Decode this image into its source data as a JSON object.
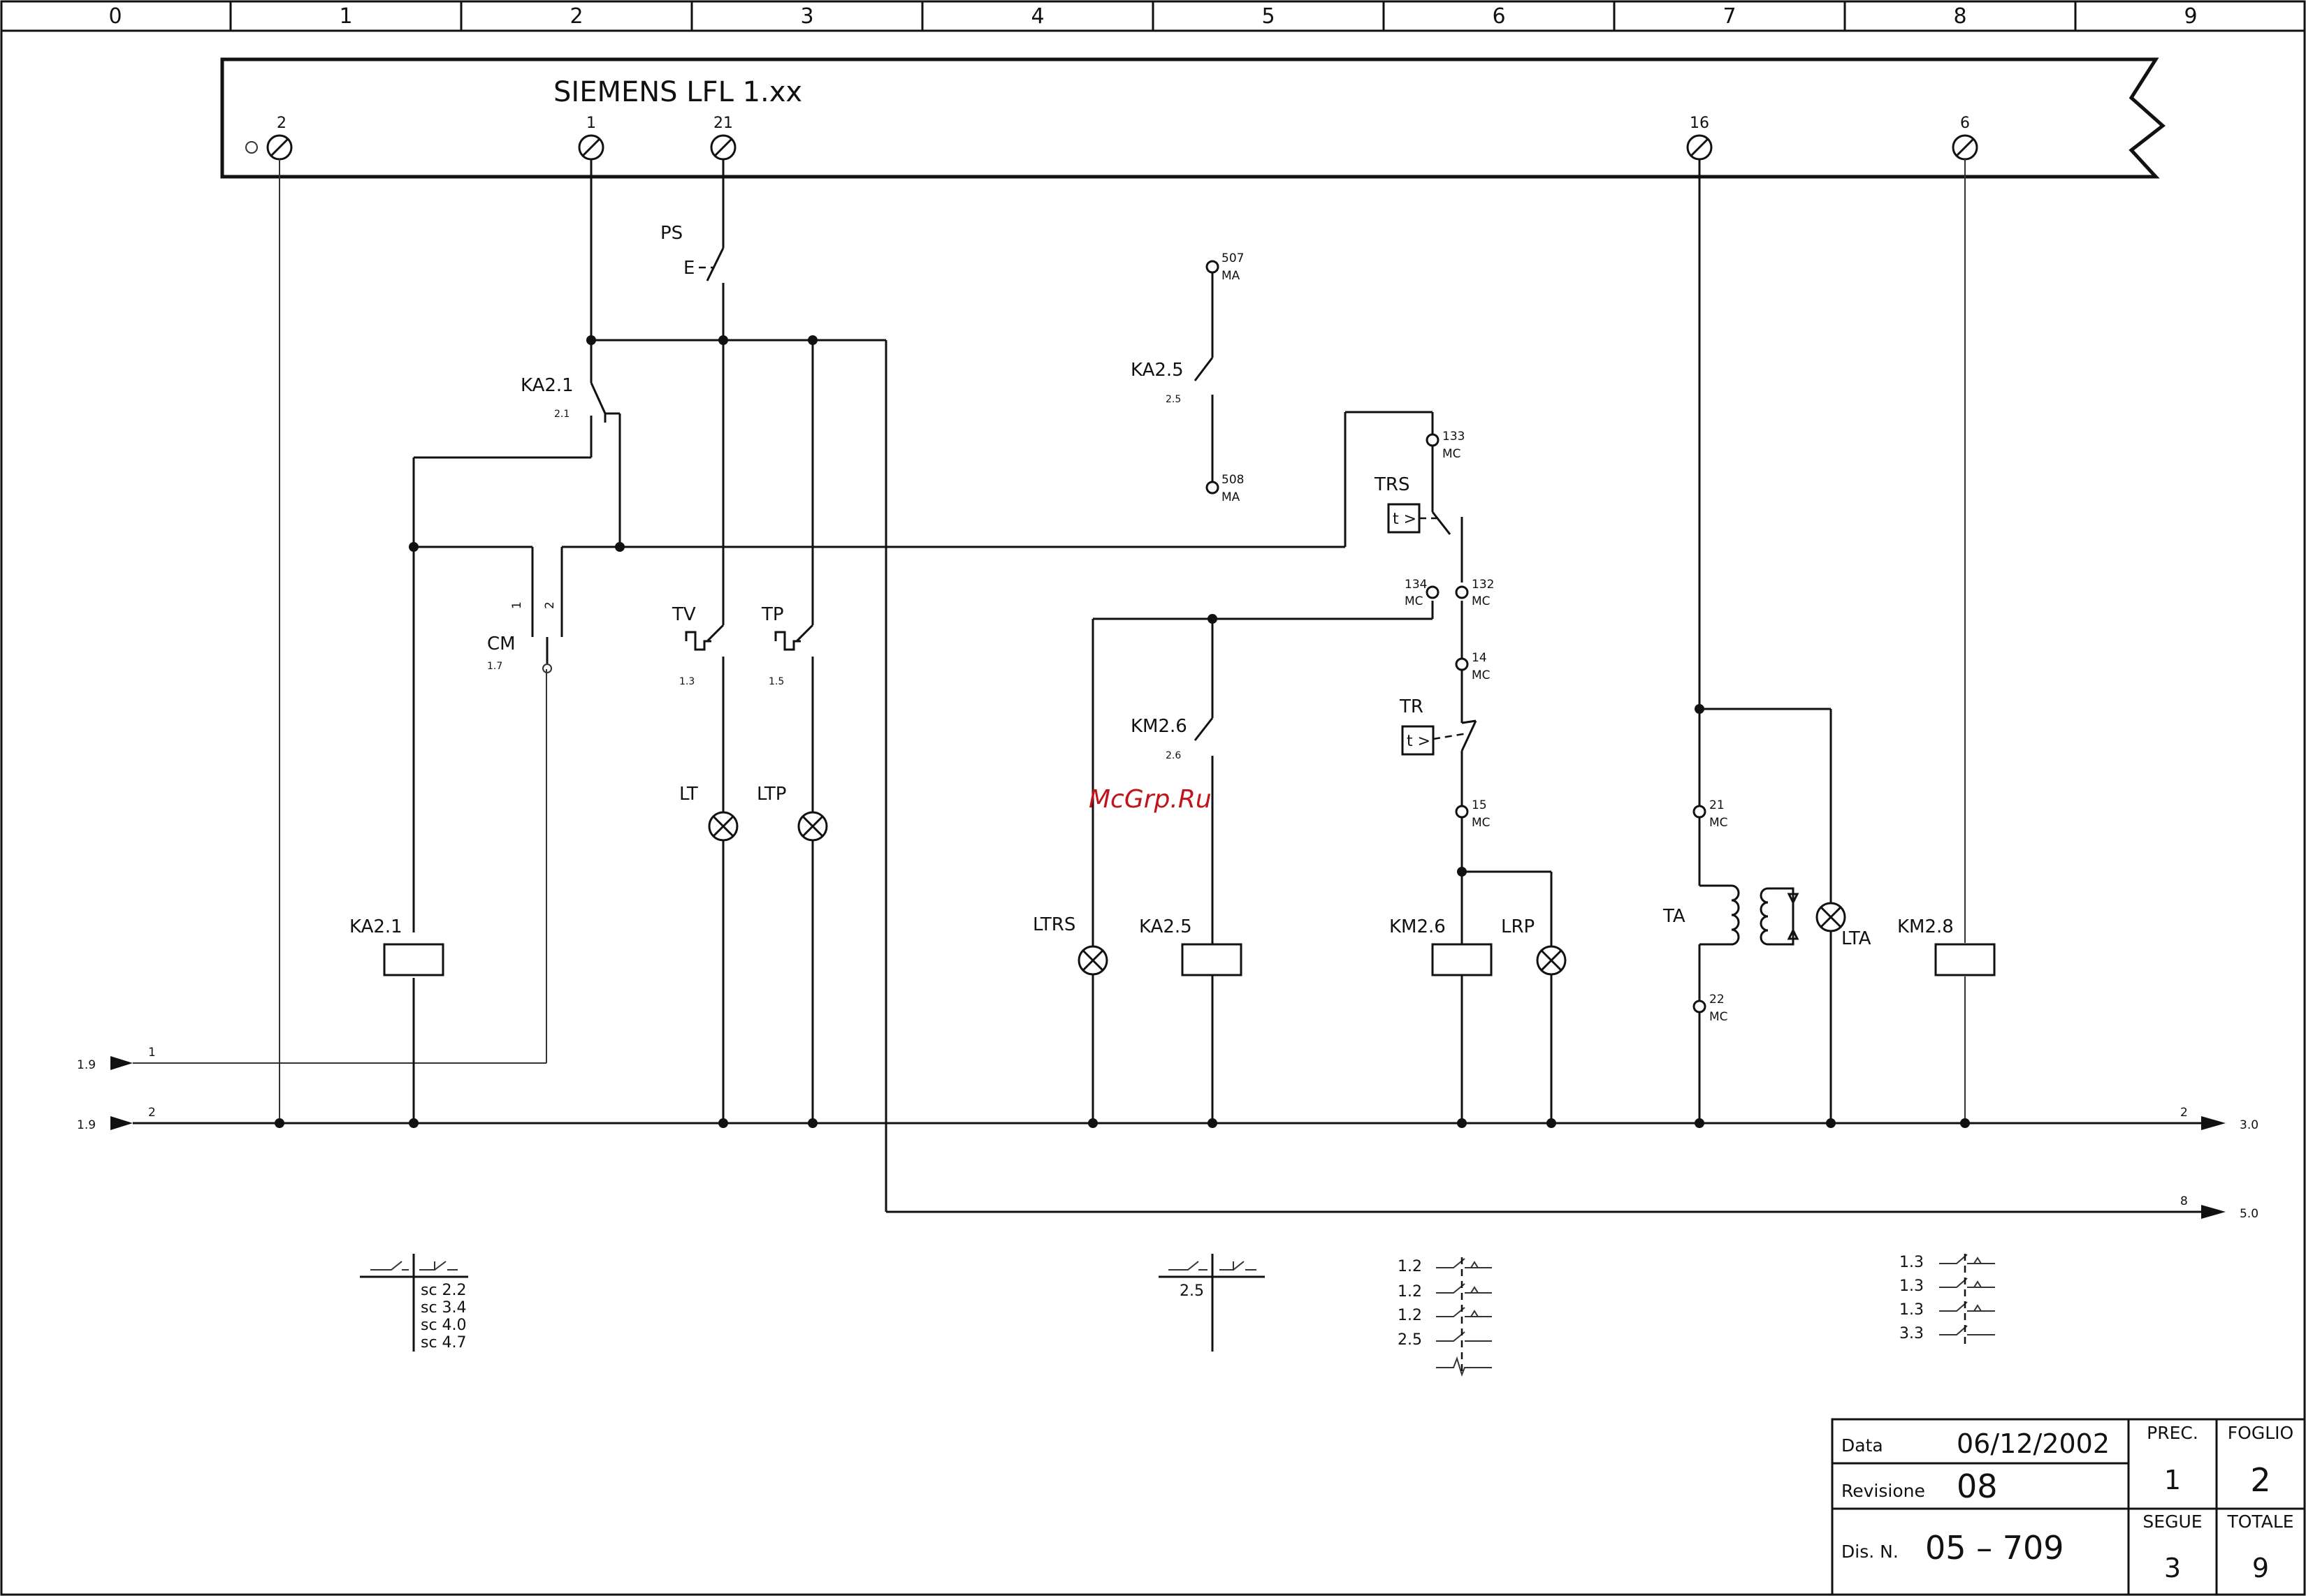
{
  "grid": {
    "columns": [
      "0",
      "1",
      "2",
      "3",
      "4",
      "5",
      "6",
      "7",
      "8",
      "9"
    ]
  },
  "controller": {
    "name": "SIEMENS LFL 1.xx",
    "terminals": [
      "2",
      "1",
      "21",
      "16",
      "6"
    ]
  },
  "components": {
    "ps": {
      "label": "PS",
      "mark": "E"
    },
    "ka21_contact": {
      "label": "KA2.1",
      "ref": "2.1"
    },
    "cm": {
      "label": "CM",
      "ref": "1.7",
      "pin1": "1",
      "pin2": "2"
    },
    "tv": {
      "label": "TV",
      "ref": "1.3"
    },
    "tp": {
      "label": "TP",
      "ref": "1.5"
    },
    "lt": {
      "label": "LT"
    },
    "ltp": {
      "label": "LTP"
    },
    "ka21_coil": {
      "label": "KA2.1"
    },
    "ka25_contact": {
      "label": "KA2.5",
      "ref": "2.5",
      "top_term": "507",
      "top_tag": "MA",
      "bot_term": "508",
      "bot_tag": "MA"
    },
    "trs": {
      "label": "TRS",
      "timer": "t >",
      "t133": "133",
      "t134": "134",
      "t132": "132",
      "tag": "MC"
    },
    "tr": {
      "label": "TR",
      "timer": "t >",
      "t14": "14",
      "t15": "15",
      "tag": "MC"
    },
    "km26_contact": {
      "label": "KM2.6",
      "ref": "2.6"
    },
    "ltrs": {
      "label": "LTRS"
    },
    "ka25_coil": {
      "label": "KA2.5"
    },
    "km26_coil": {
      "label": "KM2.6"
    },
    "lrp": {
      "label": "LRP"
    },
    "ta": {
      "label": "TA",
      "t21": "21",
      "t22": "22",
      "tag": "MC"
    },
    "lta": {
      "label": "LTA"
    },
    "km28_coil": {
      "label": "KM2.8"
    }
  },
  "wires": {
    "in1": {
      "ref": "1.9",
      "num": "1"
    },
    "in2": {
      "ref": "1.9",
      "num": "2"
    },
    "out2": {
      "ref": "3.0",
      "num": "2"
    },
    "out8": {
      "ref": "5.0",
      "num": "8"
    }
  },
  "xref": {
    "ka21": [
      "sc  2.2",
      "sc  3.4",
      "sc  4.0",
      "sc  4.7"
    ],
    "ka25": "2.5",
    "km26": [
      "1.2",
      "1.2",
      "1.2",
      "2.5"
    ],
    "km28": [
      "1.3",
      "1.3",
      "1.3",
      "3.3"
    ]
  },
  "watermark": "McGrp.Ru",
  "title_block": {
    "data_label": "Data",
    "date": "06/12/2002",
    "revision_label": "Revisione",
    "revision": "08",
    "drawing_label": "Dis.  N.",
    "drawing_number": "05  –  709",
    "prev_label": "PREC.",
    "prev": "1",
    "sheet_label": "FOGLIO",
    "sheet": "2",
    "next_label": "SEGUE",
    "next": "3",
    "total_label": "TOTALE",
    "total": "9"
  }
}
